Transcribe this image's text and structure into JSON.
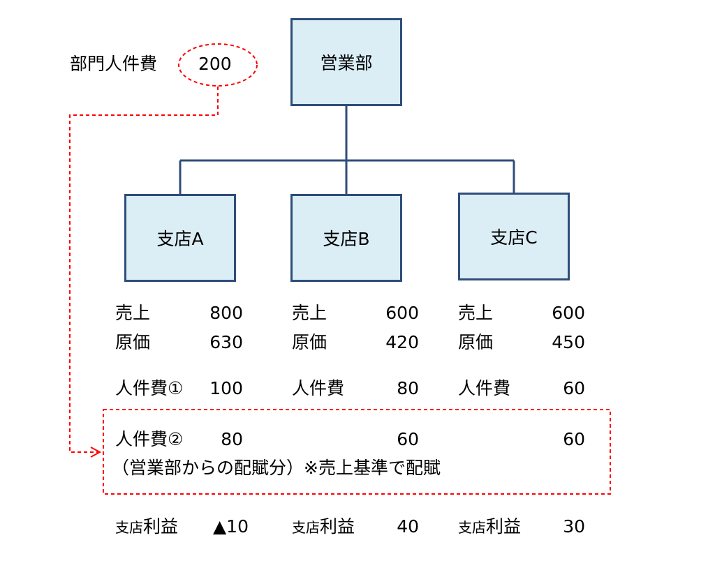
{
  "header": {
    "cost_label": "部門人件費",
    "cost_value": "200"
  },
  "hq": {
    "label": "営業部"
  },
  "branches": [
    {
      "label": "支店A",
      "sales_label": "売上",
      "sales_value": "800",
      "cost_label": "原価",
      "cost_value": "630",
      "labor1_label": "人件費①",
      "labor1_value": "100",
      "labor2_value": "80",
      "profit_label_small": "支店",
      "profit_label": "利益",
      "profit_value": "▲10"
    },
    {
      "label": "支店B",
      "sales_label": "売上",
      "sales_value": "600",
      "cost_label": "原価",
      "cost_value": "420",
      "labor1_label": "人件費",
      "labor1_value": "80",
      "labor2_value": "60",
      "profit_label_small": "支店",
      "profit_label": "利益",
      "profit_value": "40"
    },
    {
      "label": "支店C",
      "sales_label": "売上",
      "sales_value": "600",
      "cost_label": "原価",
      "cost_value": "450",
      "labor1_label": "人件費",
      "labor1_value": "60",
      "labor2_value": "60",
      "profit_label_small": "支店",
      "profit_label": "利益",
      "profit_value": "30"
    }
  ],
  "allocation": {
    "label": "人件費②",
    "note": "（営業部からの配賦分）※売上基準で配賦"
  },
  "colors": {
    "box_fill": "#dbeef6",
    "box_border": "#2f4d7a",
    "dashed_red": "#ff0000"
  }
}
